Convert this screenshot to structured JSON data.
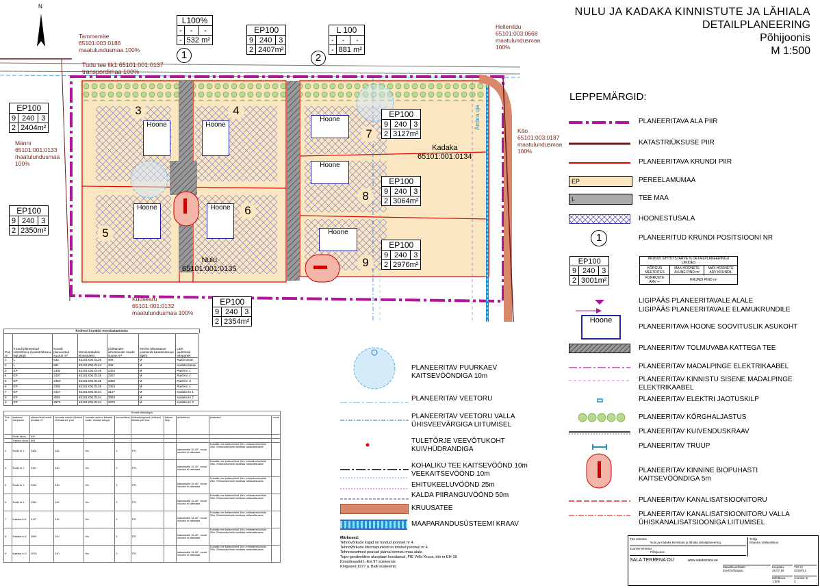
{
  "title": {
    "line1": "NULU JA KADAKA KINNISTUTE  JA LÄHIALA",
    "line2": "DETAILPLANEERING",
    "line3": "Põhijoonis",
    "scale": "M 1:500"
  },
  "north_label": "N",
  "legend_title": "LEPPEMÄRGID:",
  "legend_right": [
    {
      "icon": "plan-boundary-icon",
      "text": "PLANEERITAVA ALA PIIR"
    },
    {
      "icon": "cadastral-boundary-icon",
      "text": "KATASTRIÜKSUSE PIIR"
    },
    {
      "icon": "plot-boundary-icon",
      "text": "PLANEERITAVA KRUNDI PIIR"
    },
    {
      "icon": "ep-swatch-icon",
      "swatch": "EP",
      "text": "PEREELAMUMAA"
    },
    {
      "icon": "road-swatch-icon",
      "swatch": "L",
      "text": "TEE MAA"
    },
    {
      "icon": "hatch-swatch-icon",
      "text": "HOONESTUSALA"
    },
    {
      "icon": "position-circle-icon",
      "swatch": "1",
      "text": "PLANEERITUD KRUNDI POSITSIOONI NR"
    },
    {
      "icon": "access-area-icon",
      "text": "LIGIPÄÄS PLANEERITAVALE ALALE"
    },
    {
      "icon": "access-plot-icon",
      "text": "LIGIPÄÄS PLANEERITAVALE ELAMUKRUNDILE"
    },
    {
      "icon": "building-box-icon",
      "swatch": "Hoone",
      "text": "PLANEERITAVA HOONE SOOVITUSLIK ASUKOHT"
    },
    {
      "icon": "dust-free-road-icon",
      "text": "PLANEERITAV TOLMUVABA KATTEGA TEE"
    },
    {
      "icon": "lv-cable-icon",
      "text": "PLANEERITAV MADALPINGE ELEKTRIKAABEL"
    },
    {
      "icon": "lv-cable-internal-icon",
      "text": "PLANEERITAV KINNISTU SISENE  MADALPINGE ELEKTRIKAABEL"
    },
    {
      "icon": "junction-box-icon",
      "text": "PLANEERITAV ELEKTRI JAOTUSKILP"
    },
    {
      "icon": "greenery-icon",
      "text": "PLANEERITAV KÕRGHALJASTUS"
    },
    {
      "icon": "drainage-ditch-icon",
      "text": "PLANEERITAV KUIVENDUSKRAAV"
    },
    {
      "icon": "culvert-icon",
      "text": "PLANEERITAV TRUUP"
    },
    {
      "icon": "bio-treatment-icon",
      "text": "PLANEERITAV KINNINE BIOPUHASTI KAITSEVÖÖNDIGA 5m"
    },
    {
      "icon": "sewer-icon",
      "text": "PLANEERITAV KANALISATSIOONITORU"
    },
    {
      "icon": "sewer-outside-icon",
      "text": "PLANEERITAV KANALISATSIOONITORU VALLA ÜHISKANALISATSIOONIGA LIITUMISEL"
    }
  ],
  "legend_sample": {
    "name": "EP100",
    "r2": [
      "9",
      "240",
      "3"
    ],
    "r3": [
      "2",
      "3001m²"
    ],
    "right_title": "KRUNDI SIHTOTSTARVE % DETAILPLANEERINGU LIIKIDES",
    "cells": [
      "KÕRGUS MEETRITES",
      "MAX HOONETE ALUNE PIND m²",
      "MAX HOONETE ARV KRUNDIL",
      "KORRUSTE ARV +-",
      "KRUNDI PIND m²"
    ]
  },
  "legend_left": [
    {
      "icon": "well-icon",
      "text": "PLANEERITAV PUURKAEV KAITSEVÖÖNDIGA 10m"
    },
    {
      "icon": "water-pipe-icon",
      "text": "PLANEERITAV VEETORU"
    },
    {
      "icon": "water-pipe-outside-icon",
      "text": "PLANEERITAV VEETORU VALLA ÜHISVEEVÄRGIGA LIITUMISEL"
    },
    {
      "icon": "hydrant-icon",
      "text": "TULETÕRJE VEEVÕTUKOHT KUIVHÜDRANDIGA"
    },
    {
      "icon": "road-zone-icon",
      "text": "KOHALIKU TEE KAITSEVÖÖND 10m"
    },
    {
      "icon": "water-zone-icon",
      "text": "VEEKAITSEVÖÖND 10m"
    },
    {
      "icon": "building-limit-icon",
      "text": "EHITUKEELUVÖÖND 25m"
    },
    {
      "icon": "shore-zone-icon",
      "text": "KALDA PIIRANGUVÖÖND 50m"
    },
    {
      "icon": "gravel-road-icon",
      "text": "KRUUSATEE"
    },
    {
      "icon": "land-drain-icon",
      "text": "MAAPARANDUSÜSTEEMI KRAAV"
    }
  ],
  "notes_title": "Märkused:",
  "notes": [
    "Tehnovõrkude kujad on toodud joonisel nr 4.",
    "Tehnovõrkude liitumispunktid on toodud joonisel nr 4.",
    "Tehnoseadmed peavad jääma kinnistu maa-alale.",
    "Topo-geodeetiline alusplaan koostanud, FIE Vello Kruus, töö nr EH-18",
    "Koordinaadid L-Est 97 süsteemis",
    "Kõrgused 1977 a. Balti süsteemis"
  ],
  "position_boxes": [
    {
      "name": "L100%",
      "r2": [
        "-",
        "-",
        "-"
      ],
      "r3": [
        "-",
        "532 m²"
      ]
    },
    {
      "name": "EP100",
      "r2": [
        "9",
        "240",
        "3"
      ],
      "r3": [
        "2",
        "2407m²"
      ]
    },
    {
      "name": "L 100",
      "r2": [
        "-",
        "-",
        "-"
      ],
      "r3": [
        "-",
        "881 m²"
      ]
    },
    {
      "name": "EP100",
      "r2": [
        "9",
        "240",
        "3"
      ],
      "r3": [
        "2",
        "2404m²"
      ]
    },
    {
      "name": "EP100",
      "r2": [
        "9",
        "240",
        "3"
      ],
      "r3": [
        "2",
        "3127m²"
      ]
    },
    {
      "name": "EP100",
      "r2": [
        "9",
        "240",
        "3"
      ],
      "r3": [
        "2",
        "3064m²"
      ]
    },
    {
      "name": "EP100",
      "r2": [
        "9",
        "240",
        "3"
      ],
      "r3": [
        "2",
        "2350m²"
      ]
    },
    {
      "name": "EP100",
      "r2": [
        "9",
        "240",
        "3"
      ],
      "r3": [
        "2",
        "2976m²"
      ]
    },
    {
      "name": "EP100",
      "r2": [
        "9",
        "240",
        "3"
      ],
      "r3": [
        "2",
        "2354m²"
      ]
    }
  ],
  "position_numbers": [
    "1",
    "2",
    "3",
    "4",
    "5",
    "6",
    "7",
    "8",
    "9"
  ],
  "hoone_label": "Hoone",
  "map_labels": {
    "tammemae": [
      "Tammemäe",
      "65101:003:0186",
      "maatulundusmaa 100%"
    ],
    "hellenildu": [
      "Hellenildu",
      "65101:003:0668",
      "maatulundusmaa",
      "100%"
    ],
    "manni": [
      "Männi",
      "65101:001:0133",
      "maatulundusmaa",
      "100%"
    ],
    "kao": [
      "Kão",
      "65101:003:0187",
      "maatulundusmaa",
      "100%"
    ],
    "kuusearu": [
      "Kuusearu",
      "65101:001:0132",
      "maatulundusmaa 100%"
    ],
    "kadaka": [
      "Kadaka",
      "65101:001:0134"
    ],
    "nulu": [
      "Nulu",
      "65101:001:0135"
    ],
    "road_top": "Tudu tee  llk1  65101:001:0137",
    "road_top2": "transpordimaa 100%",
    "ditch": "Ämbra oja"
  },
  "data_table": {
    "title": "Andmed kruntide moodustamiseks",
    "headers": [
      "Pos nr",
      "Krundi planeeritud sihtotstarve (katastriüksuse liigi järgi)",
      "Krundi planeeritud suurus m²",
      "Moodustatakse kinnistutest",
      "Liidetavate-lahutatavate osade suurus m²",
      "Senine sihtotstarve (vastavalt katastriüksuse liigile)",
      "Lähi-aadressid ettepanek"
    ],
    "rows": [
      [
        "1",
        "L",
        "532",
        "65101:001:0135",
        "408",
        "M",
        "Rukki tänav"
      ],
      [
        "2",
        "L",
        "881",
        "65101:001:0134",
        "408",
        "M",
        "Kadaka tänav"
      ],
      [
        "3",
        "EP",
        "2404",
        "65101:001:0135",
        "2404",
        "M",
        "Rukki tn 1"
      ],
      [
        "4",
        "EP",
        "2407",
        "65101:001:0135",
        "2407",
        "M",
        "Rukki tn 2"
      ],
      [
        "5",
        "EP",
        "2350",
        "65101:001:0135",
        "2350",
        "M",
        "Rukki tn 3"
      ],
      [
        "6",
        "EP",
        "2354",
        "65101:001:0135",
        "2354",
        "M",
        "Rukki tn 4"
      ],
      [
        "7",
        "EP",
        "3127",
        "65101:001:0134",
        "3127",
        "M",
        "Kadaka tn 1"
      ],
      [
        "8",
        "EP",
        "3064",
        "65101:001:0134",
        "3064",
        "M",
        "Kadaka tn 2"
      ],
      [
        "9",
        "EP",
        "2976",
        "65101:001:0134",
        "2976",
        "M",
        "Kadaka tn 3"
      ]
    ]
  },
  "conditions_table": {
    "title": "Krundi ehitusõigus",
    "headers": [
      "Pos nr",
      "aadressi ettepanek",
      "planeeritud krundi pindala m²",
      "hoonete suurim lubatud ehitusalune pind",
      "hoonete suurim lubatud maks. lubatud kõrgus",
      "korruselisus",
      "ehituskaugused (ehituse) lähiala piiril ülal",
      "katuse tüüp",
      "arhitektuur",
      "piirdeaed",
      "muud"
    ],
    "rows": [
      [
        "",
        "Rukki tänav",
        "532"
      ],
      [
        "",
        "Kadaka tänav",
        "881"
      ],
      [
        "3",
        "Rukki tn 1",
        "2404",
        "240",
        "9m",
        "3",
        "TP1"
      ],
      [
        "4",
        "Rukki tn 2",
        "2407",
        "240",
        "9m",
        "3",
        "TP1"
      ],
      [
        "5",
        "Rukki tn 3",
        "2350",
        "240",
        "9m",
        "3",
        "TP1"
      ],
      [
        "6",
        "Rukki tn 4",
        "2354",
        "240",
        "9m",
        "3",
        "TP1"
      ],
      [
        "7",
        "Kadaka tn 1",
        "3127",
        "240",
        "9m",
        "3",
        "TP1"
      ],
      [
        "8",
        "Kadaka tn 2",
        "3064",
        "240",
        "9m",
        "3",
        "TP1"
      ],
      [
        "9",
        "Kadaka tn 3",
        "2976",
        "240",
        "9m",
        "3",
        "TP1"
      ]
    ],
    "roof_text": "katusekalle 15-45°, muud nõuded ei sätestata",
    "muu_text": "Kohaliku tee kaitsevöönd 10m, ehituskeeluvöönd 25m. Ehitusluba tuleb taotleda vallavalitsusest."
  },
  "title_block": {
    "work_name_label": "Töö nimetus",
    "work_name": "Nulu ja Kadaka kinnistute ja lähiala detailplaneering",
    "drawing_label": "Joonise nimetus",
    "drawing": "Põhijoonis",
    "company": "SALA TERRENA OÜ",
    "company_site": "www.salaterrena.ee",
    "client_label": "Tellija",
    "client": "Raasiku Vallavalitsus",
    "designer_label": "Maastikuarhitekt",
    "designer": "Eveli Nõlvapuu",
    "scale_label": "Mõõtkava",
    "scale": "1:500",
    "date_label": "Kuupäev",
    "date": "26.07.16",
    "job_label": "Töö nr",
    "job": "2016PL1",
    "sheet_label": "Joonise nr",
    "sheet": "2"
  },
  "colors": {
    "boundary": "#b0159b",
    "plot": "#e00000",
    "cadastral": "#6b1a1a",
    "ep_fill": "#fbe6c2",
    "hatch": "#3a3ab0",
    "water": "#1e90d0"
  }
}
